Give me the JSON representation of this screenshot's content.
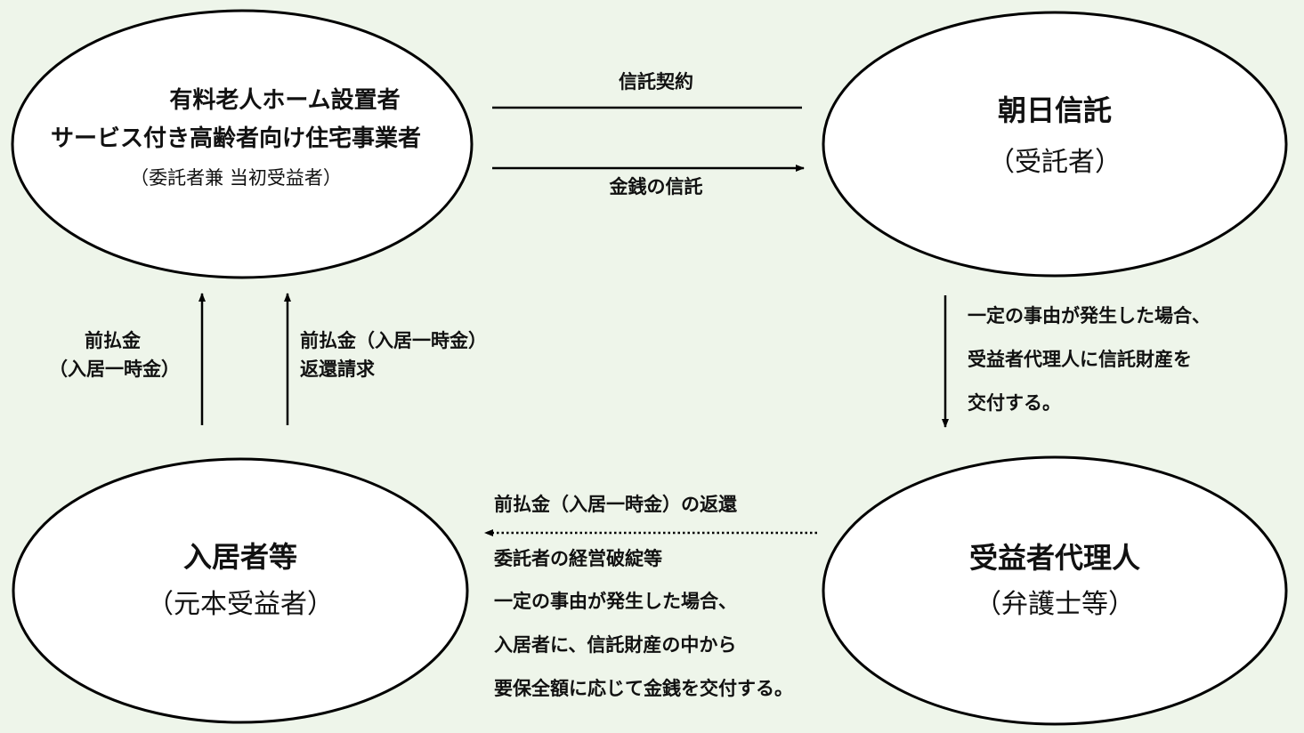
{
  "nodes": {
    "settlor": {
      "name_line1": "有料老人ホーム設置者",
      "name_line2": "サービス付き高齢者向け住宅事業者",
      "role": "（委託者兼 当初受益者）"
    },
    "trustee": {
      "name": "朝日信託",
      "role": "（受託者）"
    },
    "resident": {
      "name": "入居者等",
      "role": "（元本受益者）"
    },
    "agent": {
      "name": "受益者代理人",
      "role": "（弁護士等）"
    }
  },
  "edges": {
    "trust_contract": "信託契約",
    "money_trust": "金銭の信託",
    "prepayment": {
      "line1": "前払金",
      "line2": "（入居一時金）"
    },
    "refund_request": {
      "line1": "前払金（入居一時金）",
      "line2": "返還請求"
    },
    "delivery_to_agent": {
      "line1": "一定の事由が発生した場合、",
      "line2": "受益者代理人に信託財産を",
      "line3": "交付する。"
    },
    "refund_to_resident": {
      "label": "前払金（入居一時金）の返還",
      "line1": "委託者の経営破綻等",
      "line2": "一定の事由が発生した場合、",
      "line3": "入居者に、信託財産の中から",
      "line4": "要保全額に応じて金銭を交付する。"
    }
  },
  "colors": {
    "background": "#eef5ea",
    "node_fill": "#ffffff",
    "stroke": "#000000"
  }
}
